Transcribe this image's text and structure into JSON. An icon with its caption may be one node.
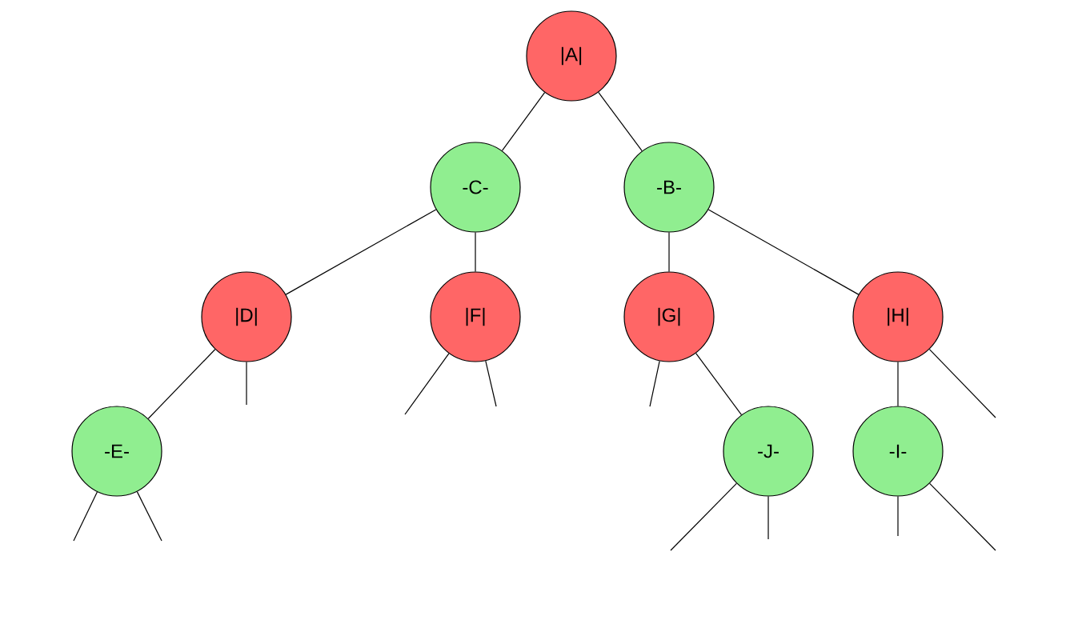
{
  "diagram": {
    "nodes": [
      {
        "text": [
          "|A|"
        ]
      },
      {
        "text": [
          "-C-"
        ]
      },
      {
        "text": [
          "-B-"
        ]
      },
      {
        "text": [
          "|D|"
        ]
      },
      {
        "text": [
          "|F|"
        ]
      },
      {
        "text": [
          "|G|"
        ]
      },
      {
        "text": [
          "|H|"
        ]
      },
      {
        "text": [
          "-E-"
        ]
      },
      {
        "text": [
          "-J-"
        ]
      },
      {
        "text": [
          "-I-"
        ]
      }
    ],
    "edges": [
      {
        "from": 0,
        "to": 1,
        "arrow": "none"
      },
      {
        "from": 0,
        "to": 2,
        "arrow": "none"
      },
      {
        "from": 1,
        "to": 3,
        "arrow": "none"
      },
      {
        "from": 1,
        "to": 4,
        "arrow": "none"
      },
      {
        "from": 2,
        "to": 5,
        "arrow": "none"
      },
      {
        "from": 2,
        "to": 6,
        "arrow": "none"
      },
      {
        "from": 3,
        "to": 7,
        "arrow": "none"
      },
      {
        "from": 5,
        "to": 8,
        "arrow": "none"
      },
      {
        "from": 6,
        "to": 9,
        "arrow": "none"
      },
      {
        "from": 3,
        "to": null,
        "arrow": "none"
      },
      {
        "from": 4,
        "to": null,
        "arrow": "none"
      },
      {
        "from": 4,
        "to": null,
        "arrow": "none"
      },
      {
        "from": 5,
        "to": null,
        "arrow": "none"
      },
      {
        "from": 6,
        "to": null,
        "arrow": "none"
      },
      {
        "from": 7,
        "to": null,
        "arrow": "none"
      },
      {
        "from": 7,
        "to": null,
        "arrow": "none"
      },
      {
        "from": 8,
        "to": null,
        "arrow": "none"
      },
      {
        "from": 8,
        "to": null,
        "arrow": "none"
      },
      {
        "from": 9,
        "to": null,
        "arrow": "none"
      },
      {
        "from": 9,
        "to": null,
        "arrow": "none"
      }
    ]
  }
}
